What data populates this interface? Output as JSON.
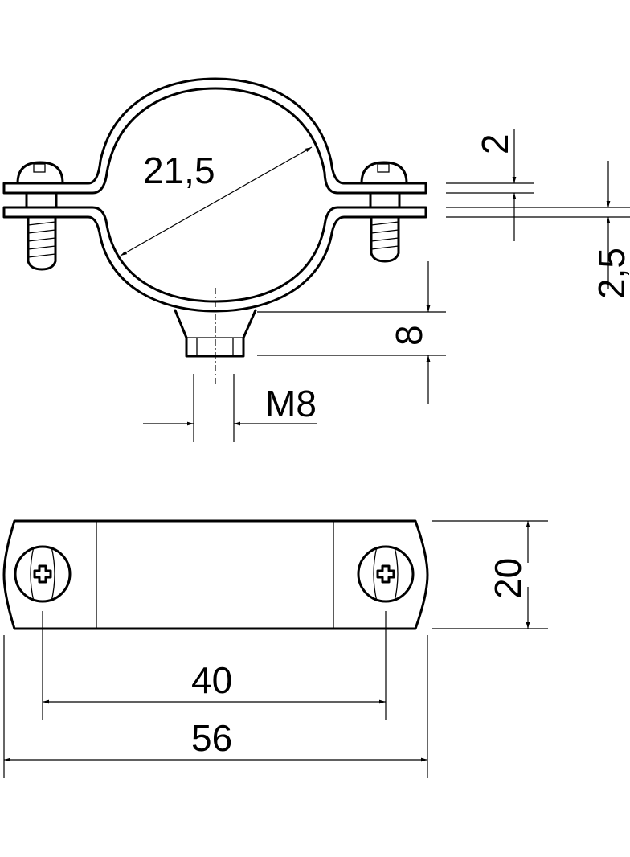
{
  "dimensions": {
    "pipe_diameter": "21,5",
    "band_thickness": "2",
    "flange_gap": "2,5",
    "boss_height": "8",
    "thread": "M8",
    "band_width": "20",
    "hole_spacing": "40",
    "overall_length": "56"
  },
  "colors": {
    "line": "#000000",
    "background": "#ffffff"
  }
}
